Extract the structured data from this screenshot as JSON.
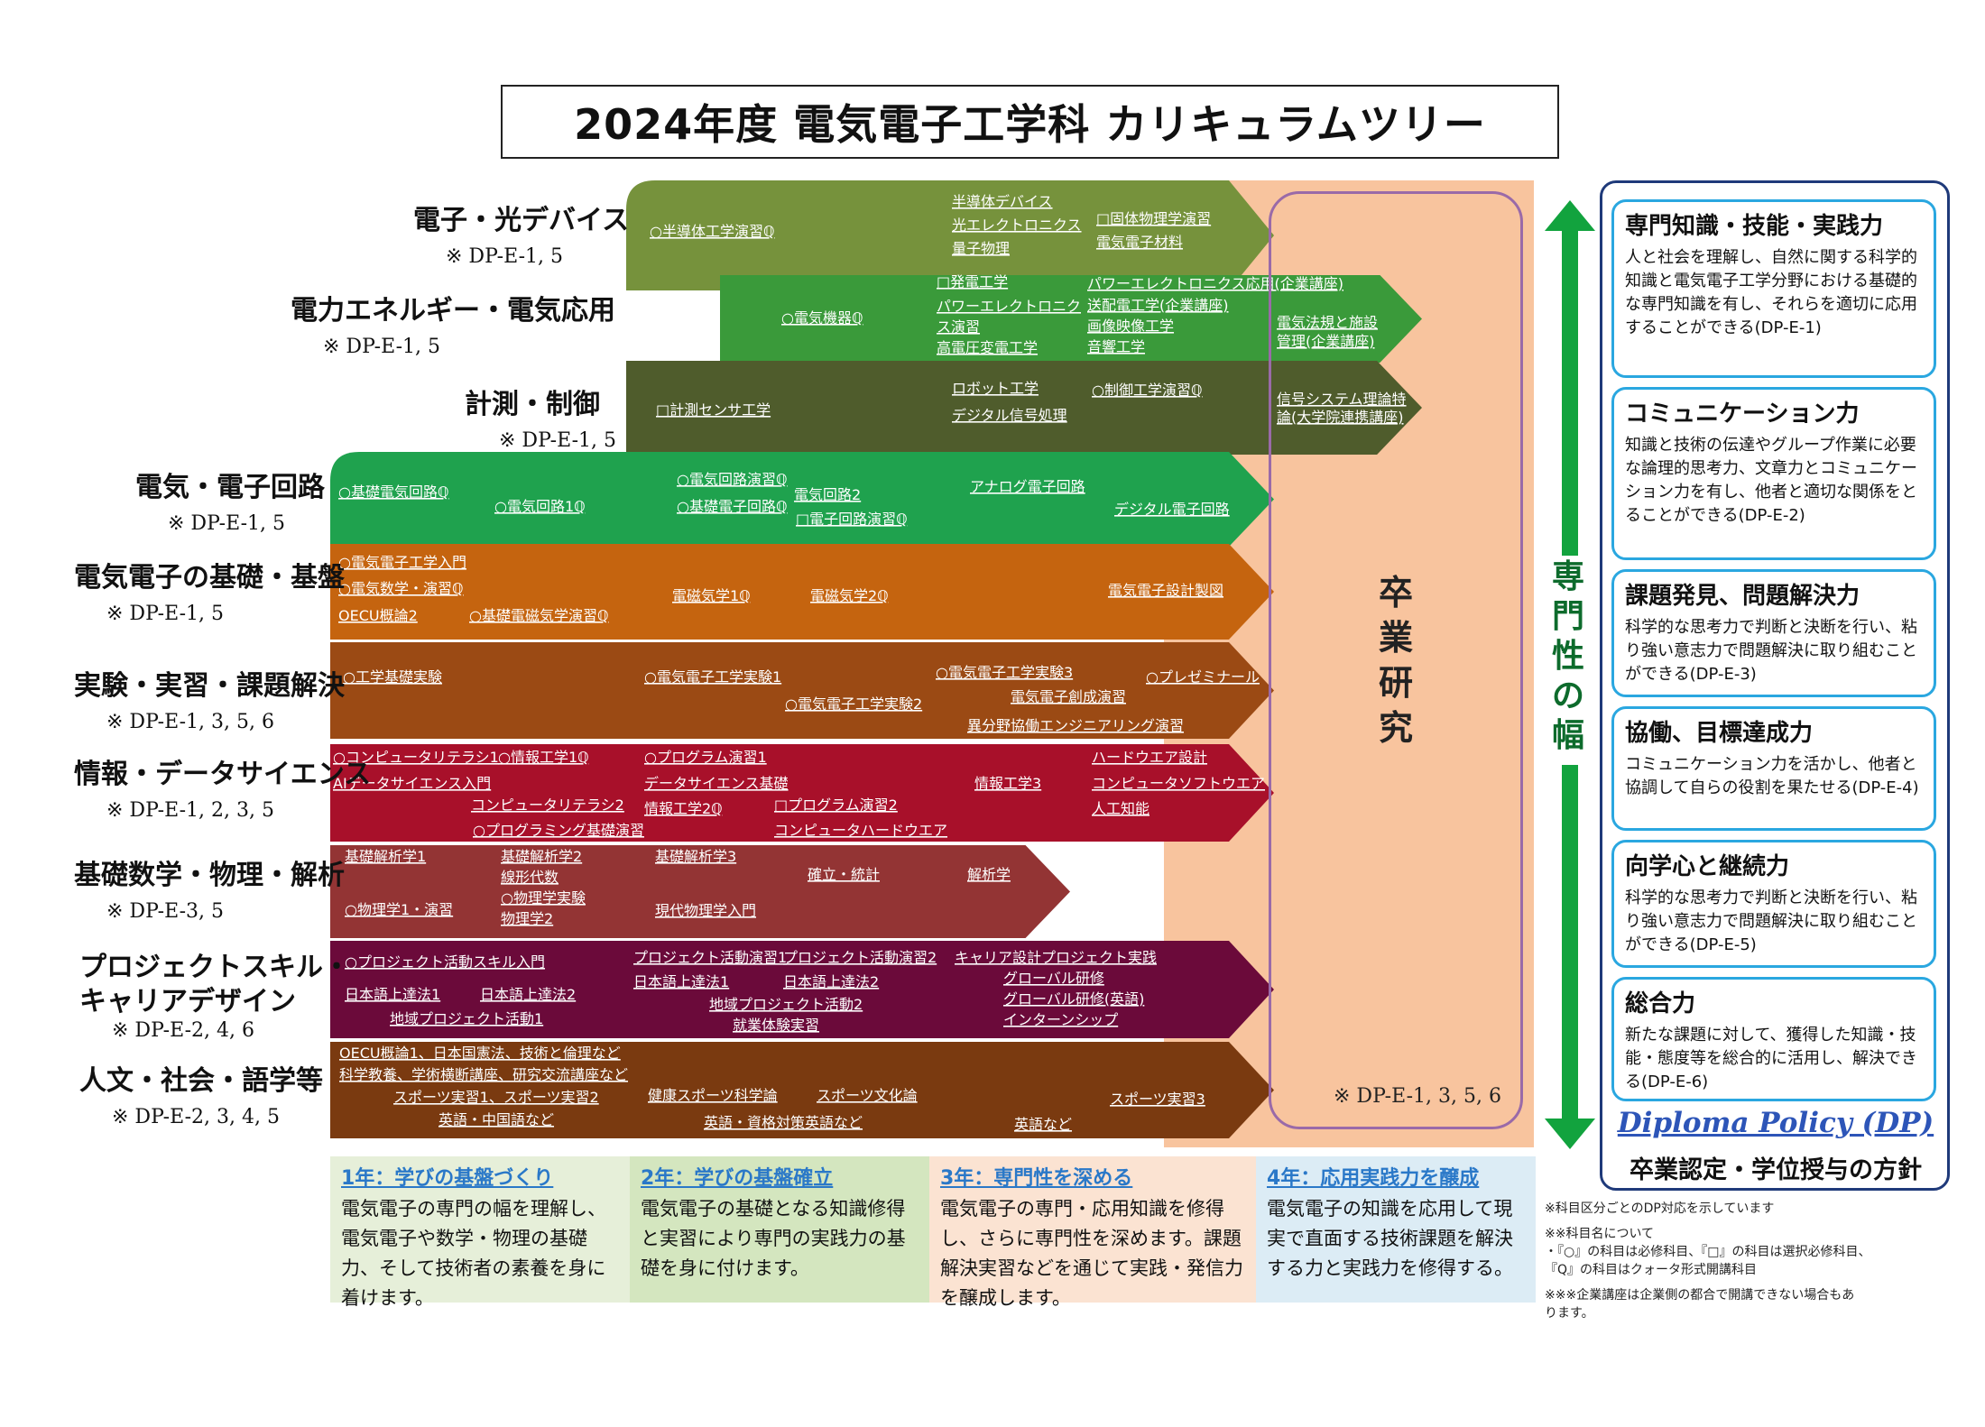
{
  "title": "2024年度 電気電子工学科 カリキュラムツリー",
  "categories": [
    {
      "name": "電子・光デバイス",
      "dp": "※ DP-E-1, 5"
    },
    {
      "name": "電力エネルギー・電気応用",
      "dp": "※ DP-E-1, 5"
    },
    {
      "name": "計測・制御",
      "dp": "※ DP-E-1, 5"
    },
    {
      "name": "電気・電子回路",
      "dp": "※ DP-E-1, 5"
    },
    {
      "name": "電気電子の基礎・基盤",
      "dp": "※ DP-E-1, 5"
    },
    {
      "name": "実験・実習・課題解決",
      "dp": "※ DP-E-1, 3, 5, 6"
    },
    {
      "name": "情報・データサイエンス",
      "dp": "※ DP-E-1, 2, 3, 5"
    },
    {
      "name": "基礎数学・物理・解析",
      "dp": "※ DP-E-3, 5"
    },
    {
      "name": "プロジェクトスキル・\nキャリアデザイン",
      "dp": "※ DP-E-2, 4, 6"
    },
    {
      "name": "人文・社会・語学等",
      "dp": "※ DP-E-2, 3, 4, 5"
    }
  ],
  "band_colors": [
    "#76923c",
    "#3a9a3a",
    "#4f5c2c",
    "#1fa24e",
    "#c5640f",
    "#9b4a14",
    "#a8102a",
    "#933434",
    "#6b0a3a",
    "#7a3a10"
  ],
  "courses": [
    [
      {
        "t": "○半導体工学演習ℚ"
      },
      {
        "t": "半導体デバイス"
      },
      {
        "t": "光エレクトロニクス"
      },
      {
        "t": "量子物理"
      },
      {
        "t": "□固体物理学演習"
      },
      {
        "t": "電気電子材料"
      }
    ],
    [
      {
        "t": "○電気機器ℚ"
      },
      {
        "t": "□発電工学"
      },
      {
        "t": "パワーエレクトロニク"
      },
      {
        "t": "ス演習"
      },
      {
        "t": "高電圧変電工学"
      },
      {
        "t": "パワーエレクトロニクス応用(企業講座)"
      },
      {
        "t": "送配電工学(企業講座)"
      },
      {
        "t": "画像映像工学"
      },
      {
        "t": "音響工学"
      },
      {
        "t": "電気法規と施設"
      },
      {
        "t": "管理(企業講座)"
      }
    ],
    [
      {
        "t": "□計測センサ工学"
      },
      {
        "t": "ロボット工学"
      },
      {
        "t": "デジタル信号処理"
      },
      {
        "t": "○制御工学演習ℚ"
      },
      {
        "t": "信号システム理論特"
      },
      {
        "t": "論(大学院連携講座)"
      }
    ],
    [
      {
        "t": "○基礎電気回路ℚ"
      },
      {
        "t": "○電気回路1ℚ"
      },
      {
        "t": "○電気回路演習ℚ"
      },
      {
        "t": "電気回路2"
      },
      {
        "t": "○基礎電子回路ℚ"
      },
      {
        "t": "□電子回路演習ℚ"
      },
      {
        "t": "アナログ電子回路"
      },
      {
        "t": "デジタル電子回路"
      }
    ],
    [
      {
        "t": "○電気電子工学入門"
      },
      {
        "t": "○電気数学・演習ℚ"
      },
      {
        "t": "OECU概論2"
      },
      {
        "t": "○基礎電磁気学演習ℚ"
      },
      {
        "t": "電磁気学1ℚ"
      },
      {
        "t": "電磁気学2ℚ"
      },
      {
        "t": "電気電子設計製図"
      }
    ],
    [
      {
        "t": "○工学基礎実験"
      },
      {
        "t": "○電気電子工学実験1"
      },
      {
        "t": "○電気電子工学実験2"
      },
      {
        "t": "○電気電子工学実験3"
      },
      {
        "t": "電気電子創成演習"
      },
      {
        "t": "異分野協働エンジニアリング演習"
      },
      {
        "t": "○プレゼミナール"
      }
    ],
    [
      {
        "t": "○コンピュータリテラシ1"
      },
      {
        "t": "○情報工学1ℚ"
      },
      {
        "t": "AIデータサイエンス入門"
      },
      {
        "t": "コンピュータリテラシ2"
      },
      {
        "t": "○プログラミング基礎演習"
      },
      {
        "t": "○プログラム演習1"
      },
      {
        "t": "データサイエンス基礎"
      },
      {
        "t": "情報工学2ℚ"
      },
      {
        "t": "□プログラム演習2"
      },
      {
        "t": "コンピュータハードウエア"
      },
      {
        "t": "情報工学3"
      },
      {
        "t": "ハードウエア設計"
      },
      {
        "t": "コンピュータソフトウエア"
      },
      {
        "t": "人工知能"
      }
    ],
    [
      {
        "t": "基礎解析学1"
      },
      {
        "t": "○物理学1・演習"
      },
      {
        "t": "基礎解析学2"
      },
      {
        "t": "線形代数"
      },
      {
        "t": "○物理学実験"
      },
      {
        "t": "物理学2"
      },
      {
        "t": "基礎解析学3"
      },
      {
        "t": "現代物理学入門"
      },
      {
        "t": "確立・統計"
      },
      {
        "t": "解析学"
      }
    ],
    [
      {
        "t": "○プロジェクト活動スキル入門"
      },
      {
        "t": "日本語上達法1"
      },
      {
        "t": "日本語上達法2"
      },
      {
        "t": "地域プロジェクト活動1"
      },
      {
        "t": "プロジェクト活動演習1"
      },
      {
        "t": "プロジェクト活動演習2"
      },
      {
        "t": "日本語上達法1"
      },
      {
        "t": "日本語上達法2"
      },
      {
        "t": "地域プロジェクト活動2"
      },
      {
        "t": "就業体験実習"
      },
      {
        "t": "キャリア設計プロジェクト実践"
      },
      {
        "t": "グローバル研修"
      },
      {
        "t": "グローバル研修(英語)"
      },
      {
        "t": "インターンシップ"
      }
    ],
    [
      {
        "t": "OECU概論1、日本国憲法、技術と倫理など"
      },
      {
        "t": "科学教養、学術横断講座、研究交流講座など"
      },
      {
        "t": "スポーツ実習1、スポーツ実習2"
      },
      {
        "t": "英語・中国語など"
      },
      {
        "t": "健康スポーツ科学論"
      },
      {
        "t": "スポーツ文化論"
      },
      {
        "t": "英語・資格対策英語など"
      },
      {
        "t": "英語など"
      },
      {
        "t": "スポーツ実習3"
      }
    ]
  ],
  "graduation": {
    "label": "卒業研究",
    "dp": "※ DP-E-1, 3, 5, 6"
  },
  "breadth_label": "専門性の幅",
  "breadth_color": "#12a33e",
  "dp_boxes": [
    {
      "title": "専門知識・技能・実践力",
      "text": "人と社会を理解し、自然に関する科学的知識と電気電子工学分野における基礎的な専門知識を有し、それらを適切に応用することができる(DP-E-1)"
    },
    {
      "title": "コミュニケーション力",
      "text": "知識と技術の伝達やグループ作業に必要な論理的思考力、文章力とコミュニケーション力を有し、他者と適切な関係をとることができる(DP-E-2)"
    },
    {
      "title": "課題発見、問題解決力",
      "text": "科学的な思考力で判断と決断を行い、粘り強い意志力で問題解決に取り組むことができる(DP-E-3)"
    },
    {
      "title": "協働、目標達成力",
      "text": "コミュニケーション力を活かし、他者と協調して自らの役割を果たせる(DP-E-4)"
    },
    {
      "title": "向学心と継続力",
      "text": "科学的な思考力で判断と決断を行い、粘り強い意志力で問題解決に取り組むことができる(DP-E-5)"
    },
    {
      "title": "総合力",
      "text": "新たな課題に対して、獲得した知識・技能・態度等を総合的に活用し、解決できる(DP-E-6)"
    }
  ],
  "dp_footer": {
    "title": "Diploma Policy (DP)",
    "subtitle": "卒業認定・学位授与の方針"
  },
  "years": [
    {
      "title": "1年：学びの基盤づくり",
      "text": "電気電子の専門の幅を理解し、電気電子や数学・物理の基礎力、そして技術者の素養を身に着けます。",
      "bg": "#e6efd9"
    },
    {
      "title": "2年：学びの基盤確立",
      "text": "電気電子の基礎となる知識修得と実習により専門の実践力の基礎を身に付けます。",
      "bg": "#d4e6bf"
    },
    {
      "title": "3年：専門性を深める",
      "text": "電気電子の専門・応用知識を修得し、さらに専門性を深めます。課題解決実習などを通じて実践・発信力を醸成します。",
      "bg": "#fbe3d2"
    },
    {
      "title": "4年：応用実践力を醸成",
      "text": "電気電子の知識を応用して現実で直面する技術課題を解決する力と実践力を修得する。",
      "bg": "#dcecf5"
    }
  ],
  "notes": [
    "※科目区分ごとのDP対応を示しています",
    "※※科目名について",
    "・『○』の科目は必修科目、『□』の科目は選択必修科目、",
    "『Q』の科目はクォータ形式開講科目",
    "※※※企業講座は企業側の都合で開講できない場合もあ",
    "ります。"
  ]
}
